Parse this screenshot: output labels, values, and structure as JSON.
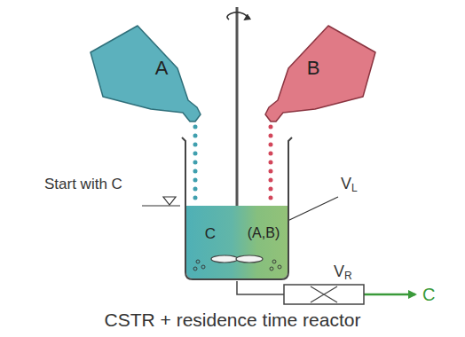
{
  "diagram": {
    "caption": "CSTR + residence time reactor",
    "nodes": [
      {
        "text": [
          "A"
        ]
      },
      {
        "text": [
          "B"
        ]
      },
      {
        "text": [
          "C",
          "(A,B)"
        ]
      },
      {
        "text": [
          "V",
          "R"
        ]
      }
    ],
    "edges": [
      {
        "from": 0,
        "to": 2,
        "arrow": "none"
      },
      {
        "from": 1,
        "to": 2,
        "arrow": "none"
      },
      {
        "from": 2,
        "to": 3,
        "arrow": "none"
      }
    ],
    "labels": [
      "Start with C",
      "V",
      "L",
      "C"
    ]
  }
}
